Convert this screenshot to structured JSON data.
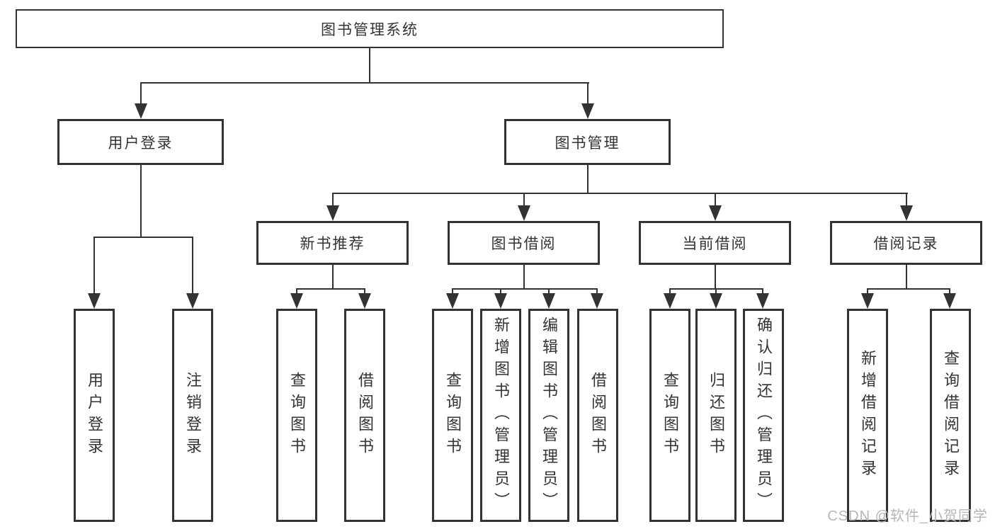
{
  "diagram": {
    "type": "hierarchy-tree",
    "tree": {
      "root": {
        "label": "图书管理系统",
        "children": [
          {
            "label": "用户登录",
            "children": [
              {
                "label": "用户登录"
              },
              {
                "label": "注销登录"
              }
            ]
          },
          {
            "label": "图书管理",
            "children": [
              {
                "label": "新书推荐",
                "children": [
                  {
                    "label": "查询图书"
                  },
                  {
                    "label": "借阅图书"
                  }
                ]
              },
              {
                "label": "图书借阅",
                "children": [
                  {
                    "label": "查询图书"
                  },
                  {
                    "label": "新增图书（管理员）"
                  },
                  {
                    "label": "编辑图书（管理员）"
                  },
                  {
                    "label": "借阅图书"
                  }
                ]
              },
              {
                "label": "当前借阅",
                "children": [
                  {
                    "label": "查询图书"
                  },
                  {
                    "label": "归还图书"
                  },
                  {
                    "label": "确认归还（管理员）"
                  }
                ]
              },
              {
                "label": "借阅记录",
                "children": [
                  {
                    "label": "新增借阅记录"
                  },
                  {
                    "label": "查询借阅记录"
                  }
                ]
              }
            ]
          }
        ]
      }
    },
    "colors": {
      "line": "#333333",
      "text": "#333333",
      "background": "#ffffff",
      "watermark": "#b6b6b6"
    }
  },
  "watermark": {
    "text": "CSDN @软件_小贺同学"
  }
}
